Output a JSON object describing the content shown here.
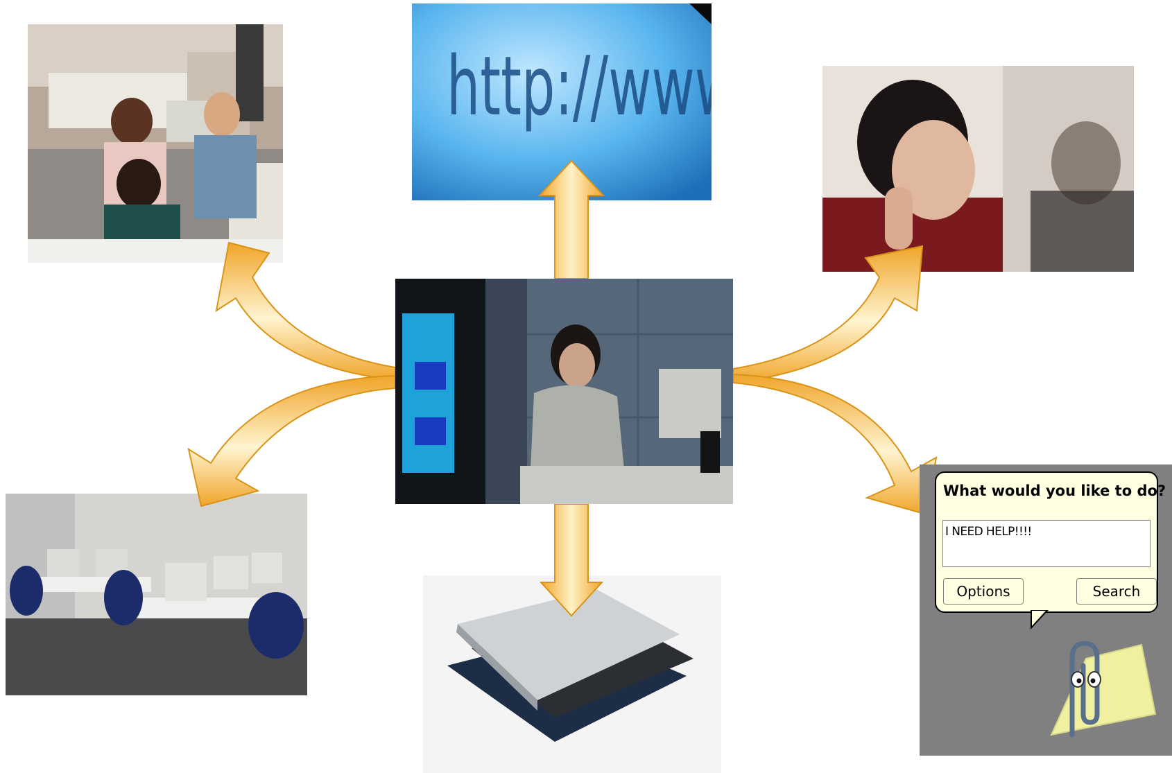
{
  "url_banner": {
    "text": "http://www"
  },
  "help_dialog": {
    "question": "What would you like to do?",
    "input_value": "I NEED HELP!!!!",
    "options_button": "Options",
    "search_button": "Search"
  },
  "colors": {
    "arrow_fill": "#f5b13a",
    "arrow_light": "#fff2c6",
    "banner_blue": "#4aa8e8",
    "dialog_bg": "#ffffe1"
  }
}
